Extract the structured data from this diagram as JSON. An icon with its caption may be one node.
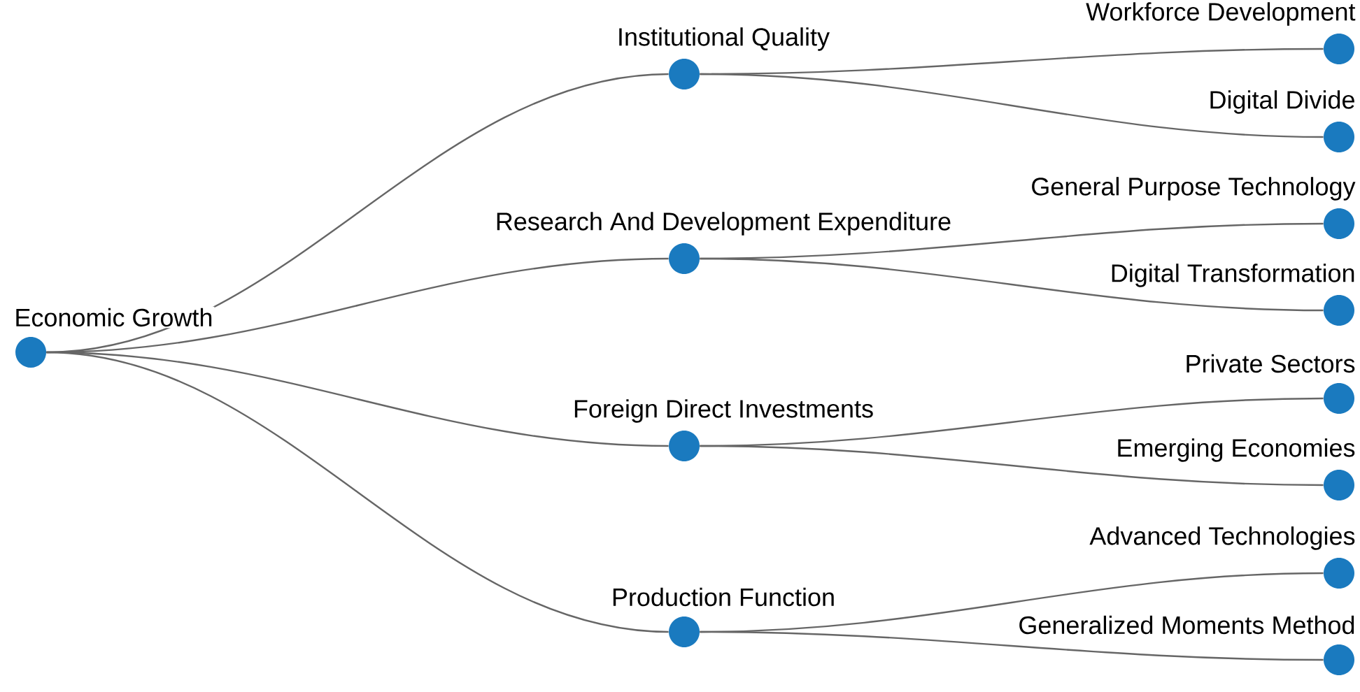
{
  "diagram": {
    "nodes": [
      {
        "text": [
          "Economic Growth"
        ]
      },
      {
        "text": [
          "Institutional Quality"
        ]
      },
      {
        "text": [
          "Research And Development Expenditure"
        ]
      },
      {
        "text": [
          "Foreign Direct Investments"
        ]
      },
      {
        "text": [
          "Production Function"
        ]
      },
      {
        "text": [
          "Workforce Development"
        ]
      },
      {
        "text": [
          "Digital Divide"
        ]
      },
      {
        "text": [
          "General Purpose Technology"
        ]
      },
      {
        "text": [
          "Digital Transformation"
        ]
      },
      {
        "text": [
          "Private Sectors"
        ]
      },
      {
        "text": [
          "Emerging Economies"
        ]
      },
      {
        "text": [
          "Advanced Technologies"
        ]
      },
      {
        "text": [
          "Generalized Moments Method"
        ]
      }
    ],
    "edges": [
      {
        "from": 0,
        "to": 1,
        "arrow": "none"
      },
      {
        "from": 0,
        "to": 2,
        "arrow": "none"
      },
      {
        "from": 0,
        "to": 3,
        "arrow": "none"
      },
      {
        "from": 0,
        "to": 4,
        "arrow": "none"
      },
      {
        "from": 1,
        "to": 5,
        "arrow": "none"
      },
      {
        "from": 1,
        "to": 6,
        "arrow": "none"
      },
      {
        "from": 2,
        "to": 7,
        "arrow": "none"
      },
      {
        "from": 2,
        "to": 8,
        "arrow": "none"
      },
      {
        "from": 3,
        "to": 9,
        "arrow": "none"
      },
      {
        "from": 3,
        "to": 10,
        "arrow": "none"
      },
      {
        "from": 4,
        "to": 11,
        "arrow": "none"
      },
      {
        "from": 4,
        "to": 12,
        "arrow": "none"
      }
    ]
  }
}
